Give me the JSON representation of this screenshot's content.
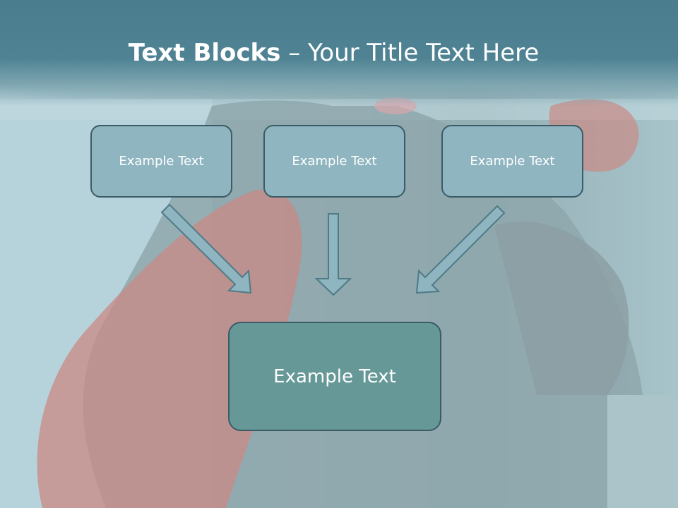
{
  "title": {
    "bold": "Text Blocks",
    "separator": " – ",
    "normal": "Your Title Text Here"
  },
  "blocks": [
    {
      "label": "Example Text"
    },
    {
      "label": "Example Text"
    },
    {
      "label": "Example Text"
    }
  ],
  "main_block": {
    "label": "Example Text"
  },
  "colors": {
    "header": "#4f8393",
    "small_box": "#8fb5c1",
    "main_box": "#659897",
    "border": "#3b5b66",
    "arrow_fill": "#8fb5c1"
  }
}
